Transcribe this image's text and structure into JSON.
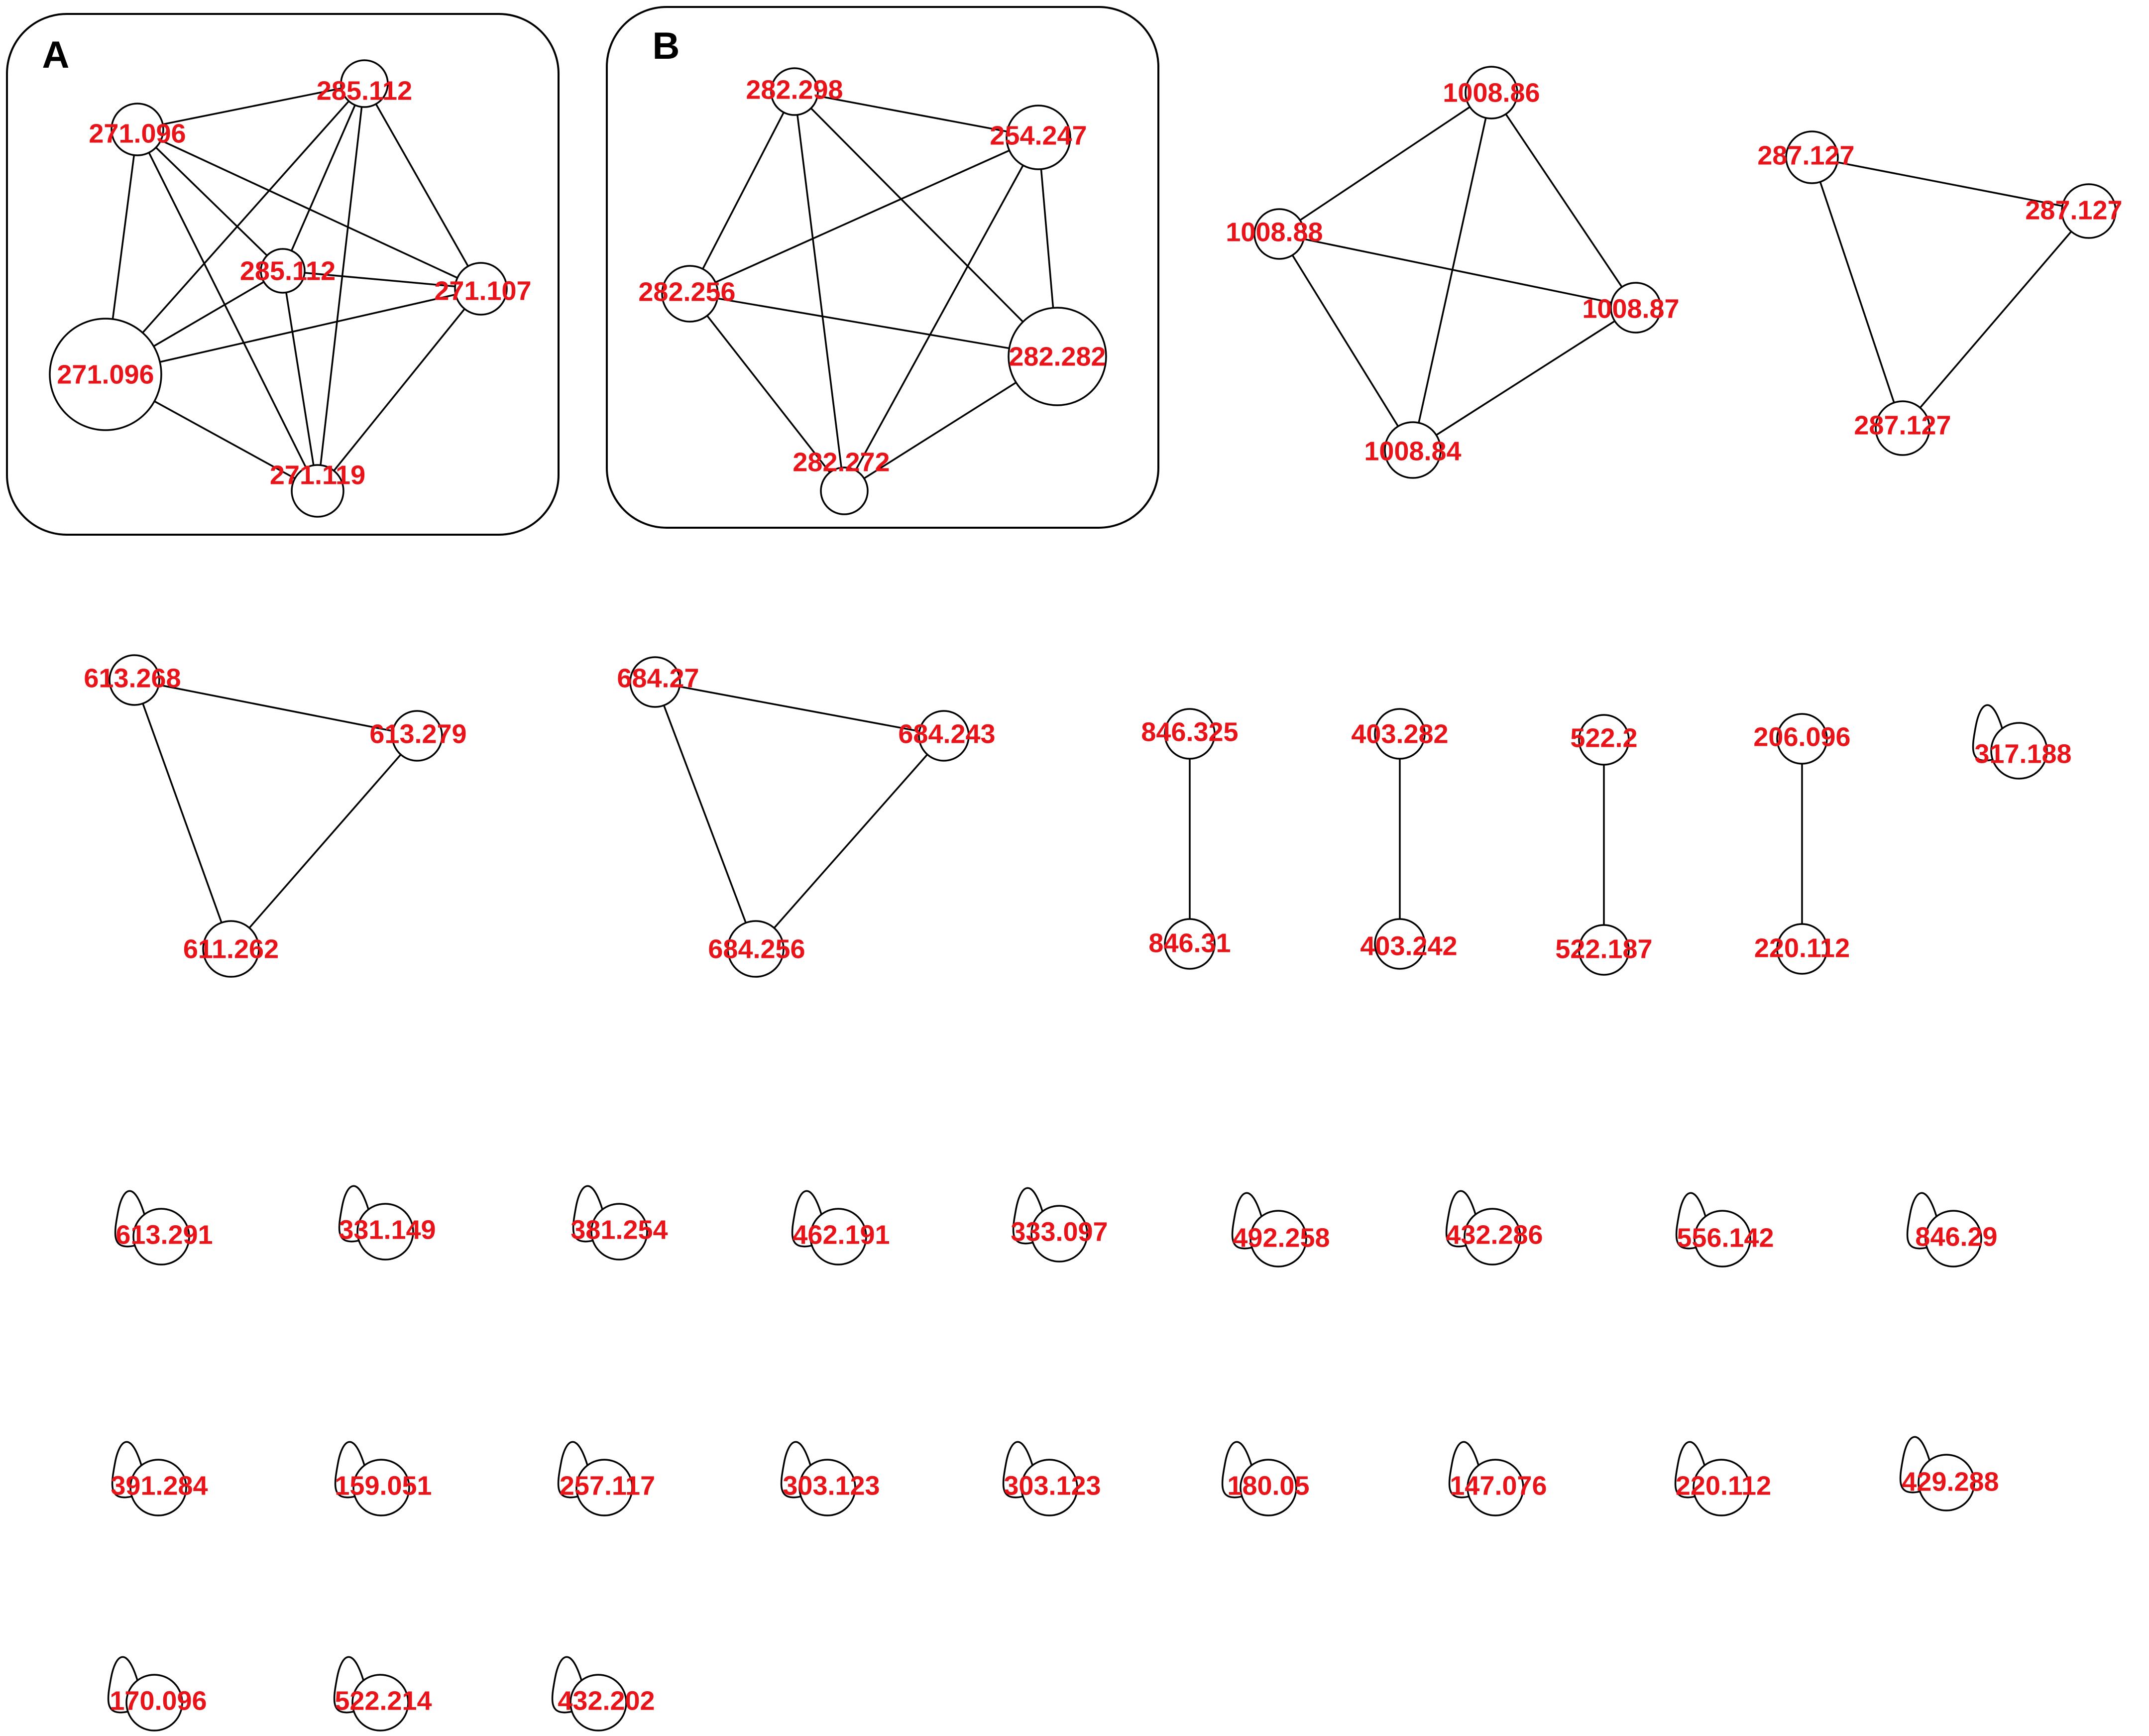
{
  "colors": {
    "label": "#e8141a",
    "stroke": "#000000",
    "background": "#ffffff"
  },
  "panels": [
    {
      "id": "A",
      "label": "A"
    },
    {
      "id": "B",
      "label": "B"
    }
  ],
  "nodes": [
    {
      "id": "a1",
      "label": "285.112"
    },
    {
      "id": "a2",
      "label": "271.096"
    },
    {
      "id": "a3",
      "label": "285.112"
    },
    {
      "id": "a4",
      "label": "271.107"
    },
    {
      "id": "a5",
      "label": "271.096"
    },
    {
      "id": "a6",
      "label": "271.119"
    },
    {
      "id": "b1",
      "label": "282.298"
    },
    {
      "id": "b2",
      "label": "254.247"
    },
    {
      "id": "b3",
      "label": "282.256"
    },
    {
      "id": "b4",
      "label": "282.282"
    },
    {
      "id": "b5",
      "label": "282.272"
    },
    {
      "id": "c1",
      "label": "1008.86"
    },
    {
      "id": "c2",
      "label": "1008.88"
    },
    {
      "id": "c3",
      "label": "1008.87"
    },
    {
      "id": "c4",
      "label": "1008.84"
    },
    {
      "id": "d1",
      "label": "287.127"
    },
    {
      "id": "d2",
      "label": "287.127"
    },
    {
      "id": "d3",
      "label": "287.127"
    },
    {
      "id": "e1",
      "label": "613.268"
    },
    {
      "id": "e2",
      "label": "613.279"
    },
    {
      "id": "e3",
      "label": "611.262"
    },
    {
      "id": "f1",
      "label": "684.27"
    },
    {
      "id": "f2",
      "label": "684.243"
    },
    {
      "id": "f3",
      "label": "684.256"
    },
    {
      "id": "g1",
      "label": "846.325"
    },
    {
      "id": "g2",
      "label": "846.31"
    },
    {
      "id": "h1",
      "label": "403.282"
    },
    {
      "id": "h2",
      "label": "403.242"
    },
    {
      "id": "i1",
      "label": "522.2"
    },
    {
      "id": "i2",
      "label": "522.187"
    },
    {
      "id": "j1",
      "label": "206.096"
    },
    {
      "id": "j2",
      "label": "220.112"
    },
    {
      "id": "s1",
      "label": "317.188",
      "self_loop": true
    },
    {
      "id": "s2",
      "label": "613.291",
      "self_loop": true
    },
    {
      "id": "s3",
      "label": "331.149",
      "self_loop": true
    },
    {
      "id": "s4",
      "label": "381.254",
      "self_loop": true
    },
    {
      "id": "s5",
      "label": "462.191",
      "self_loop": true
    },
    {
      "id": "s6",
      "label": "333.097",
      "self_loop": true
    },
    {
      "id": "s7",
      "label": "492.258",
      "self_loop": true
    },
    {
      "id": "s8",
      "label": "432.286",
      "self_loop": true
    },
    {
      "id": "s9",
      "label": "556.142",
      "self_loop": true
    },
    {
      "id": "s10",
      "label": "846.29",
      "self_loop": true
    },
    {
      "id": "s11",
      "label": "391.284",
      "self_loop": true
    },
    {
      "id": "s12",
      "label": "159.051",
      "self_loop": true
    },
    {
      "id": "s13",
      "label": "257.117",
      "self_loop": true
    },
    {
      "id": "s14",
      "label": "303.123",
      "self_loop": true
    },
    {
      "id": "s15",
      "label": "303.123",
      "self_loop": true
    },
    {
      "id": "s16",
      "label": "180.05",
      "self_loop": true
    },
    {
      "id": "s17",
      "label": "147.076",
      "self_loop": true
    },
    {
      "id": "s18",
      "label": "220.112",
      "self_loop": true
    },
    {
      "id": "s19",
      "label": "429.288",
      "self_loop": true
    },
    {
      "id": "s20",
      "label": "170.096",
      "self_loop": true
    },
    {
      "id": "s21",
      "label": "522.214",
      "self_loop": true
    },
    {
      "id": "s22",
      "label": "432.202",
      "self_loop": true
    }
  ],
  "edges": [
    [
      "a1",
      "a2"
    ],
    [
      "a1",
      "a3"
    ],
    [
      "a1",
      "a4"
    ],
    [
      "a1",
      "a5"
    ],
    [
      "a1",
      "a6"
    ],
    [
      "a2",
      "a3"
    ],
    [
      "a2",
      "a4"
    ],
    [
      "a2",
      "a5"
    ],
    [
      "a2",
      "a6"
    ],
    [
      "a3",
      "a4"
    ],
    [
      "a3",
      "a5"
    ],
    [
      "a3",
      "a6"
    ],
    [
      "a4",
      "a5"
    ],
    [
      "a4",
      "a6"
    ],
    [
      "a5",
      "a6"
    ],
    [
      "b1",
      "b2"
    ],
    [
      "b1",
      "b3"
    ],
    [
      "b1",
      "b4"
    ],
    [
      "b1",
      "b5"
    ],
    [
      "b2",
      "b3"
    ],
    [
      "b2",
      "b4"
    ],
    [
      "b2",
      "b5"
    ],
    [
      "b3",
      "b4"
    ],
    [
      "b3",
      "b5"
    ],
    [
      "b4",
      "b5"
    ],
    [
      "c1",
      "c2"
    ],
    [
      "c1",
      "c3"
    ],
    [
      "c1",
      "c4"
    ],
    [
      "c2",
      "c3"
    ],
    [
      "c2",
      "c4"
    ],
    [
      "c3",
      "c4"
    ],
    [
      "d1",
      "d2"
    ],
    [
      "d1",
      "d3"
    ],
    [
      "d2",
      "d3"
    ],
    [
      "e1",
      "e2"
    ],
    [
      "e1",
      "e3"
    ],
    [
      "e2",
      "e3"
    ],
    [
      "f1",
      "f2"
    ],
    [
      "f1",
      "f3"
    ],
    [
      "f2",
      "f3"
    ],
    [
      "g1",
      "g2"
    ],
    [
      "h1",
      "h2"
    ],
    [
      "i1",
      "i2"
    ],
    [
      "j1",
      "j2"
    ]
  ]
}
